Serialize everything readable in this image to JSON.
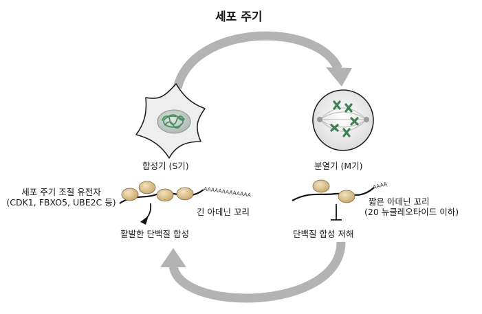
{
  "title": "세포 주기",
  "phase_s": {
    "label": "합성기 (S기)"
  },
  "phase_m": {
    "label": "분열기 (M기)"
  },
  "left": {
    "gene_label_line1": "세포 주기 조절 유전자",
    "gene_label_line2": "(CDK1, FBXO5, UBE2C 등)",
    "tail_label": "긴 아데닌 꼬리",
    "tail_text": "AAAAAAAAAAAAA",
    "outcome": "활발한 단백질 합성"
  },
  "right": {
    "tail_label_line1": "짧은 아데닌 꼬리",
    "tail_label_line2": "(20 뉴클레오타이드 이하)",
    "tail_text": "AAAA",
    "outcome": "단백질 합성 저해"
  },
  "colors": {
    "arrow_gray": "#b3b3b3",
    "cell_fill": "#ededed",
    "nucleus_fill": "#cfd6d2",
    "dna_green": "#4a8f62",
    "ribosome": "#d6bc86",
    "ribosome_edge": "#7a6a48"
  }
}
